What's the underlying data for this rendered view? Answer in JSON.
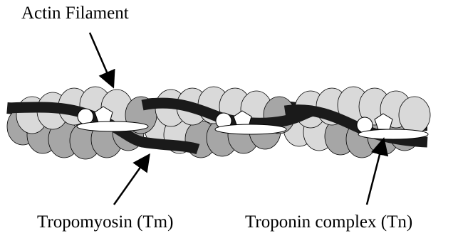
{
  "labels": {
    "actin_filament": "Actin Filament",
    "tropomyosin": "Tropomyosin (Tm)",
    "troponin": "Troponin complex (Tn)"
  },
  "colors": {
    "actin_light": "#d9d9d9",
    "actin_dark": "#a6a6a6",
    "tropomyosin_strand": "#1a1a1a",
    "troponin_fill": "#ffffff",
    "outline": "#000000"
  }
}
